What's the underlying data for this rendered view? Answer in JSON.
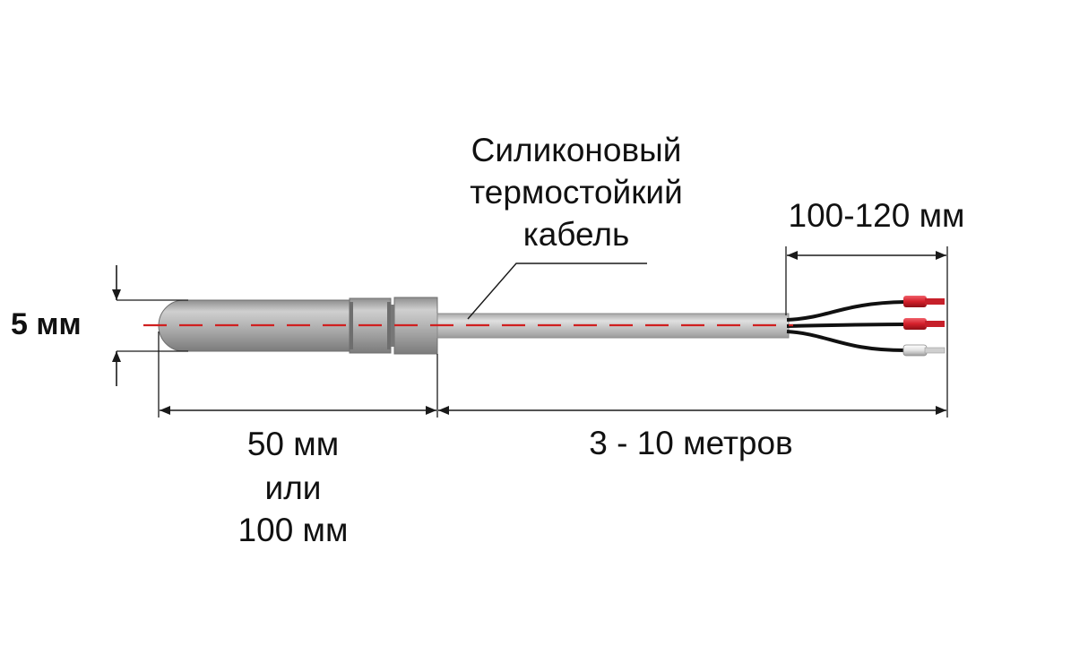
{
  "labels": {
    "cable_line1": "Силиконовый",
    "cable_line2": "термостойкий",
    "cable_line3": "кабель",
    "wire_length": "100-120 мм",
    "diameter": "5 мм",
    "probe_length_line1": "50 мм",
    "probe_length_line2": "или",
    "probe_length_line3": "100 мм",
    "cable_length": "3 - 10 метров"
  },
  "colors": {
    "probe_metal": "#a9a9a9",
    "cable_silicone": "#c4c4c4",
    "centerline": "#d02020",
    "wire_insulation": "#111111",
    "terminal_red": "#d41f2a",
    "terminal_white": "#e2e2e2",
    "dimension_lines": "#1a1a1a"
  },
  "wires": [
    {
      "color": "red"
    },
    {
      "color": "red"
    },
    {
      "color": "white"
    }
  ]
}
